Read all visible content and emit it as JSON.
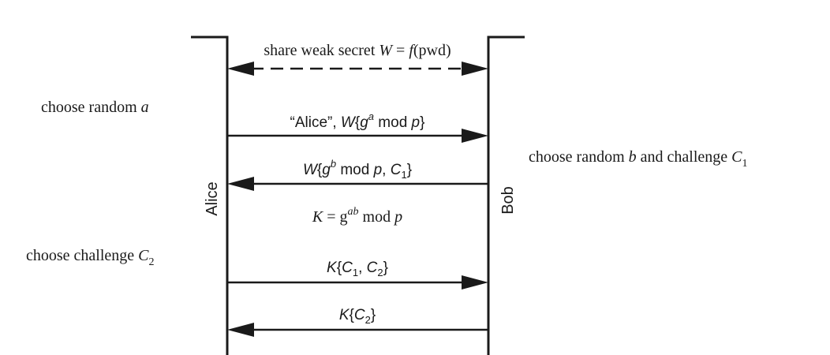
{
  "actors": {
    "left": "Alice",
    "right": "Bob"
  },
  "shared_secret": {
    "prefix": "share weak secret ",
    "var_w": "W",
    "equals": " = ",
    "func": "f",
    "arg": "(pwd)"
  },
  "notes": {
    "alice_random": {
      "prefix": "choose random ",
      "var": "a"
    },
    "bob_random": {
      "prefix": "choose random ",
      "var": "b",
      "middle": " and challenge ",
      "chal": "C",
      "chal_sub": "1"
    },
    "alice_challenge": {
      "prefix": "choose challenge ",
      "chal": "C",
      "chal_sub": "2"
    }
  },
  "messages": {
    "msg1": {
      "quote": "“Alice”, ",
      "w": "W",
      "open": "{",
      "g": "g",
      "exp": "a",
      "rest": " mod ",
      "p": "p",
      "close": "}"
    },
    "msg2": {
      "w": "W",
      "open": "{",
      "g": "g",
      "exp": "b",
      "rest": " mod ",
      "p": "p",
      "comma": ", ",
      "c": "C",
      "c_sub": "1",
      "close": "}"
    },
    "key": {
      "k": "K",
      "eq": " = g",
      "exp": "ab",
      "rest": " mod ",
      "p": "p"
    },
    "msg3": {
      "k": "K",
      "open": "{",
      "c1": "C",
      "c1_sub": "1",
      "comma": ", ",
      "c2": "C",
      "c2_sub": "2",
      "close": "}"
    },
    "msg4": {
      "k": "K",
      "open": "{",
      "c": "C",
      "c_sub": "2",
      "close": "}"
    }
  }
}
